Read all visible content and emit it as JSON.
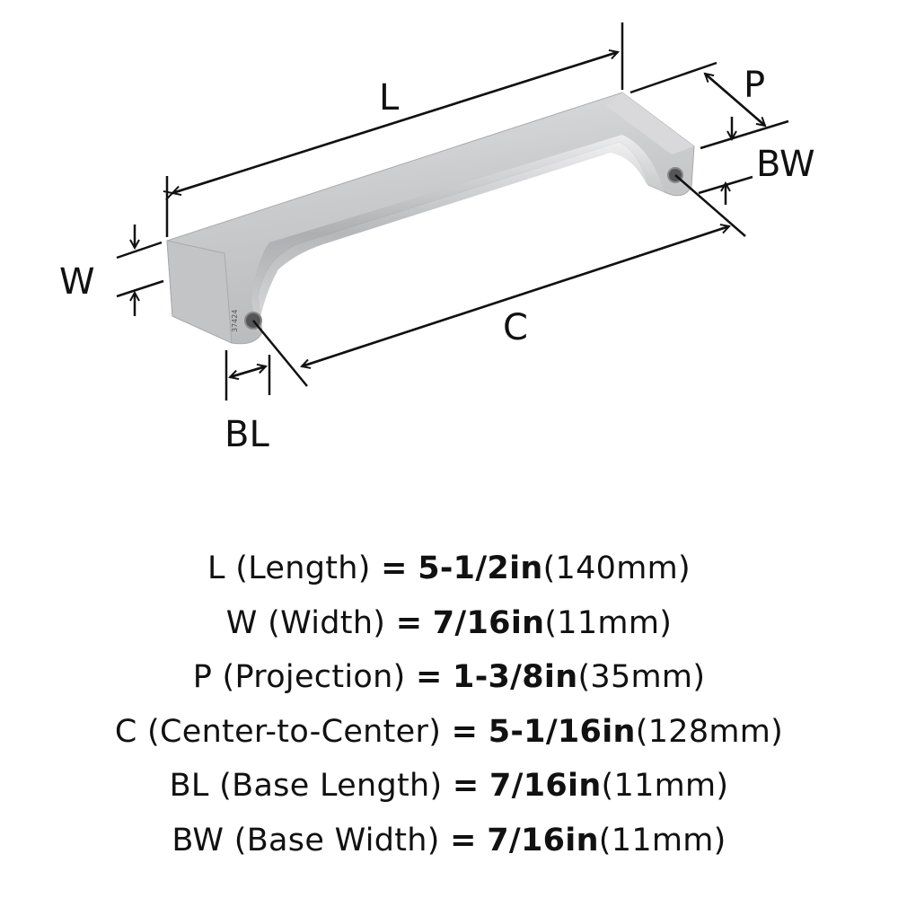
{
  "diagram": {
    "labels": {
      "L": "L",
      "P": "P",
      "BW": "BW",
      "W": "W",
      "C": "C",
      "BL": "BL"
    },
    "part_marking": "37424",
    "colors": {
      "metal": "#cfd0d2",
      "line": "#111111"
    }
  },
  "specs": [
    {
      "key": "L",
      "desc": "(Length)",
      "eq": "=",
      "inch": "5-1/2in",
      "mm": "(140mm)"
    },
    {
      "key": "W",
      "desc": "(Width)",
      "eq": "=",
      "inch": "7/16in",
      "mm": "(11mm)"
    },
    {
      "key": "P",
      "desc": "(Projection)",
      "eq": "=",
      "inch": "1-3/8in",
      "mm": "(35mm)"
    },
    {
      "key": "C",
      "desc": "(Center-to-Center)",
      "eq": "=",
      "inch": "5-1/16in",
      "mm": "(128mm)"
    },
    {
      "key": "BL",
      "desc": "(Base Length)",
      "eq": "=",
      "inch": "7/16in",
      "mm": "(11mm)"
    },
    {
      "key": "BW",
      "desc": "(Base Width)",
      "eq": "=",
      "inch": "7/16in",
      "mm": "(11mm)"
    }
  ]
}
